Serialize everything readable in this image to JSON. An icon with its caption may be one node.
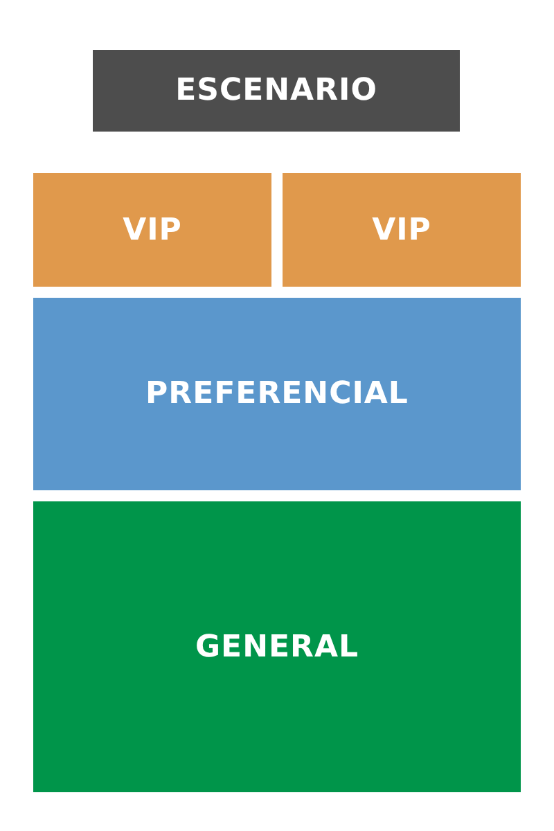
{
  "diagram": {
    "nodes": [
      {
        "text": [
          "ESCENARIO"
        ]
      },
      {
        "text": [
          "VIP"
        ]
      },
      {
        "text": [
          "VIP"
        ]
      },
      {
        "text": [
          "PREFERENCIAL"
        ]
      },
      {
        "text": [
          "GENERAL"
        ]
      }
    ],
    "edges": []
  }
}
